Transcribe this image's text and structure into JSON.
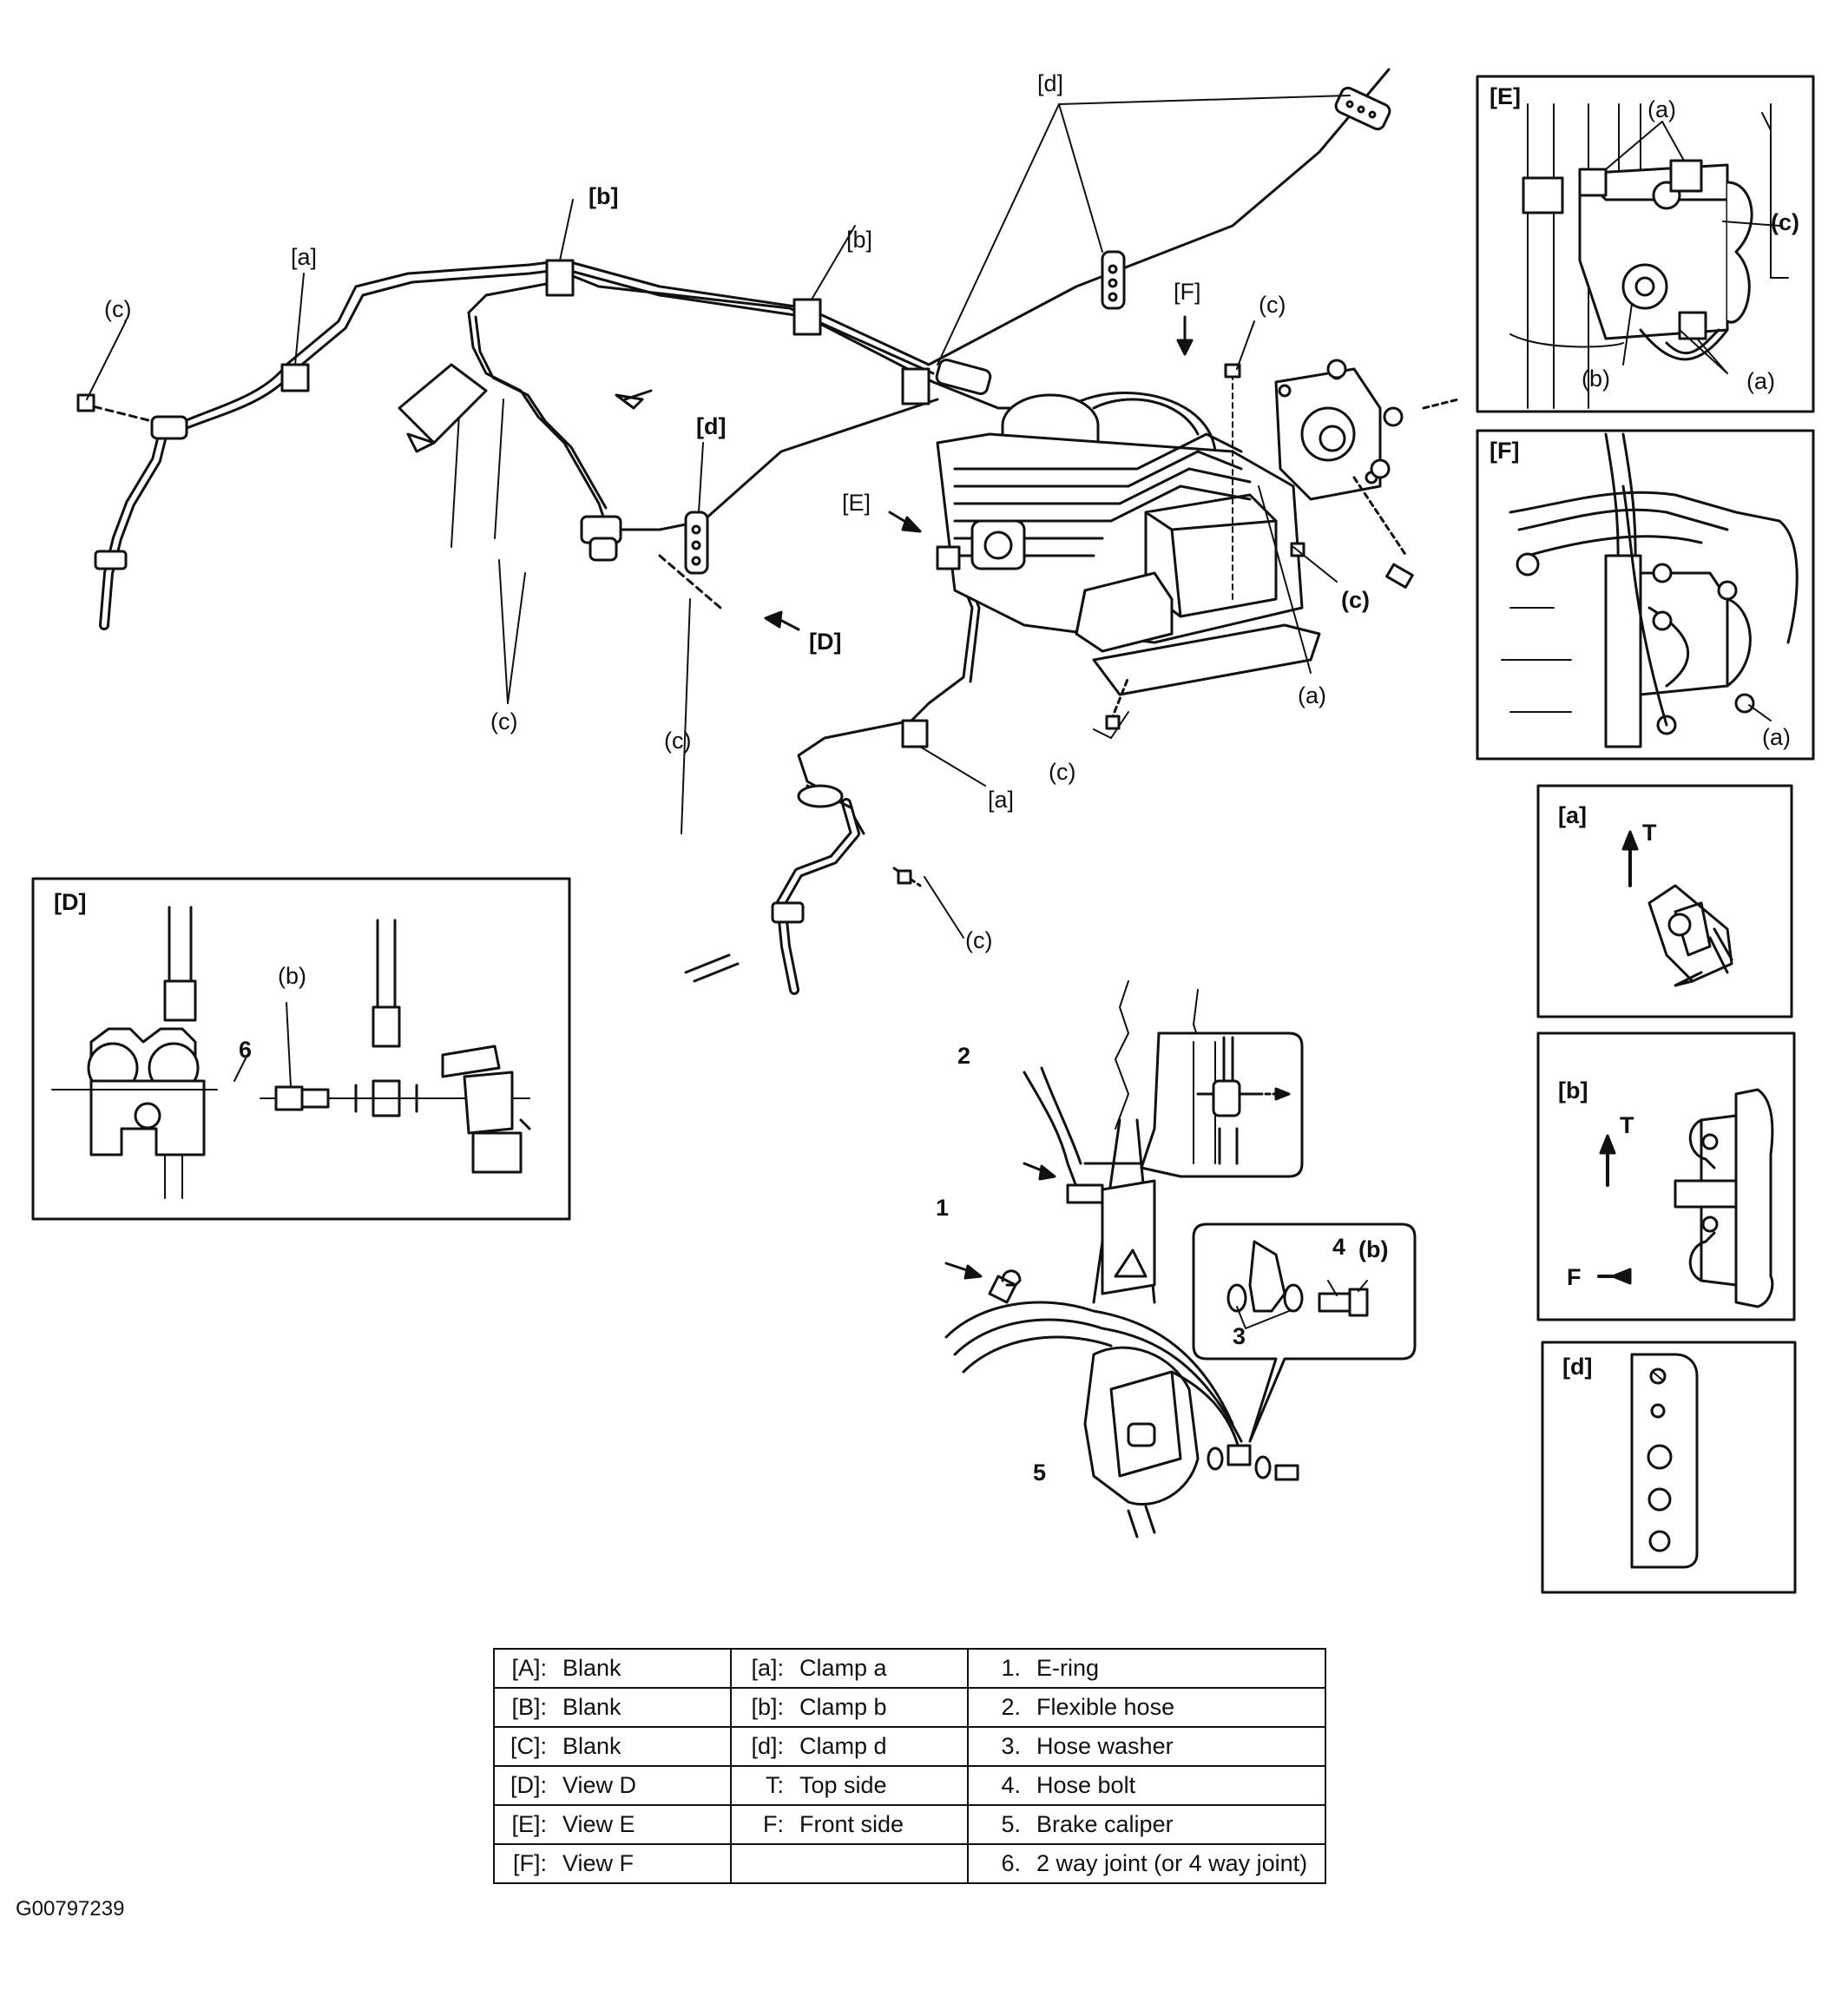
{
  "main_labels": {
    "a_top": "[a]",
    "a_bottom": "[a]",
    "b_left": "[b]",
    "b_mid": "[b]",
    "d_top": "[d]",
    "d_mid": "[d]",
    "E_pointer": "[E]",
    "F_pointer": "[F]",
    "D_pointer": "[D]",
    "c1": "(c)",
    "c2": "(c)",
    "c3": "(c)",
    "c4": "(c)",
    "c5": "(c)",
    "c6": "(c)",
    "c7": "(c)",
    "a_small": "(a)"
  },
  "view_E": {
    "title": "[E]",
    "a_top": "(a)",
    "c": "(c)",
    "b": "(b)",
    "a_bottom": "(a)"
  },
  "view_F": {
    "title": "[F]",
    "a": "(a)"
  },
  "view_D": {
    "title": "[D]",
    "num6": "6",
    "b": "(b)"
  },
  "caliper": {
    "n1": "1",
    "n2": "2",
    "n3": "3",
    "n4": "4",
    "n5": "5",
    "b": "(b)"
  },
  "clamp_a": {
    "title": "[a]",
    "T": "T"
  },
  "clamp_b": {
    "title": "[b]",
    "T": "T",
    "F": "F"
  },
  "clamp_d": {
    "title": "[d]"
  },
  "legend": {
    "rows": [
      {
        "k1": "[A]:",
        "v1": "Blank",
        "k2": "[a]:",
        "v2": "Clamp a",
        "k3": "1.",
        "v3": "E-ring"
      },
      {
        "k1": "[B]:",
        "v1": "Blank",
        "k2": "[b]:",
        "v2": "Clamp b",
        "k3": "2.",
        "v3": "Flexible hose"
      },
      {
        "k1": "[C]:",
        "v1": "Blank",
        "k2": "[d]:",
        "v2": "Clamp d",
        "k3": "3.",
        "v3": "Hose washer"
      },
      {
        "k1": "[D]:",
        "v1": "View D",
        "k2": "T:",
        "v2": "Top side",
        "k3": "4.",
        "v3": "Hose bolt"
      },
      {
        "k1": "[E]:",
        "v1": "View E",
        "k2": "F:",
        "v2": "Front side",
        "k3": "5.",
        "v3": "Brake caliper"
      },
      {
        "k1": "[F]:",
        "v1": "View F",
        "k2": "",
        "v2": "",
        "k3": "6.",
        "v3": "2 way joint (or 4 way joint)"
      }
    ]
  },
  "figure_code": "G00797239"
}
